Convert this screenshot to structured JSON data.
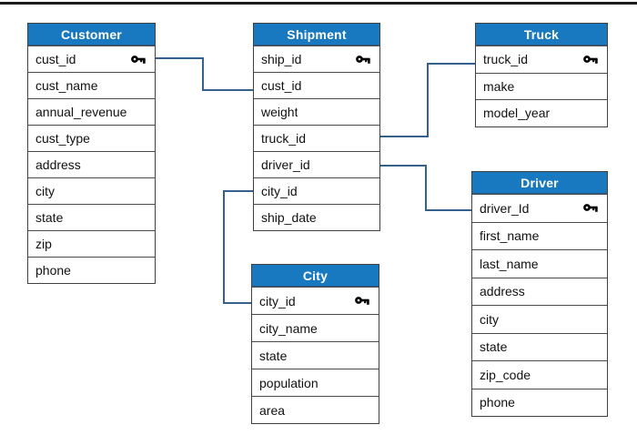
{
  "diagram": {
    "type": "entity-relationship-schema",
    "colors": {
      "header_bg": "#1879c0",
      "header_text": "#ffffff",
      "connector": "#35618e",
      "top_rule": "#1c1c1c"
    },
    "tables": [
      {
        "title": "Customer",
        "fields": [
          {
            "name": "cust_id",
            "primary_key": true
          },
          {
            "name": "cust_name"
          },
          {
            "name": "annual_revenue"
          },
          {
            "name": "cust_type"
          },
          {
            "name": "address"
          },
          {
            "name": "city"
          },
          {
            "name": "state"
          },
          {
            "name": "zip"
          },
          {
            "name": "phone"
          }
        ]
      },
      {
        "title": "Shipment",
        "fields": [
          {
            "name": "ship_id",
            "primary_key": true
          },
          {
            "name": "cust_id"
          },
          {
            "name": "weight"
          },
          {
            "name": "truck_id"
          },
          {
            "name": "driver_id"
          },
          {
            "name": "city_id"
          },
          {
            "name": "ship_date"
          }
        ]
      },
      {
        "title": "Truck",
        "fields": [
          {
            "name": "truck_id",
            "primary_key": true
          },
          {
            "name": "make"
          },
          {
            "name": "model_year"
          }
        ]
      },
      {
        "title": "Driver",
        "fields": [
          {
            "name": "driver_Id",
            "primary_key": true
          },
          {
            "name": "first_name"
          },
          {
            "name": "last_name"
          },
          {
            "name": "address"
          },
          {
            "name": "city"
          },
          {
            "name": "state"
          },
          {
            "name": "zip_code"
          },
          {
            "name": "phone"
          }
        ]
      },
      {
        "title": "City",
        "fields": [
          {
            "name": "city_id",
            "primary_key": true
          },
          {
            "name": "city_name"
          },
          {
            "name": "state"
          },
          {
            "name": "population"
          },
          {
            "name": "area"
          }
        ]
      }
    ],
    "connections": [
      {
        "from": "Customer.cust_id",
        "to": "Shipment.cust_id"
      },
      {
        "from": "Shipment.truck_id",
        "to": "Truck.truck_id"
      },
      {
        "from": "Shipment.driver_id",
        "to": "Driver.driver_Id"
      },
      {
        "from": "Shipment.city_id",
        "to": "City.city_id"
      }
    ]
  }
}
